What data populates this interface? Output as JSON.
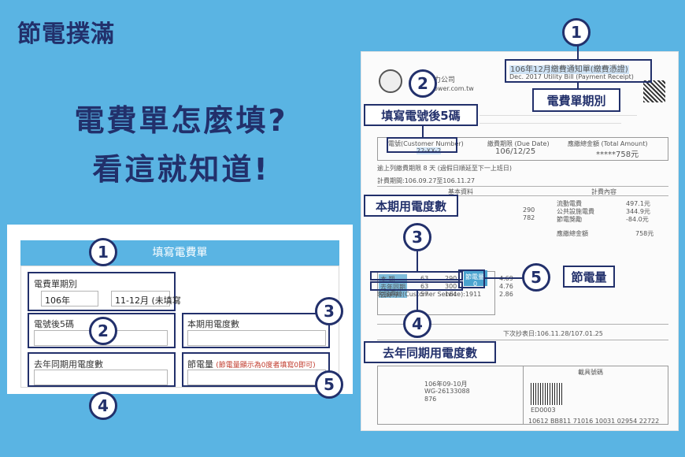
{
  "logo": {
    "text": "節電撲滿"
  },
  "headline": {
    "line1": "電費單怎麼填?",
    "line2": "看這就知道!"
  },
  "form": {
    "title": "填寫電費單",
    "period_label": "電費單期別",
    "year_value": "106年",
    "month_value": "11-12月 (未填寫",
    "meter_label": "電號後5碼",
    "current_usage_label": "本期用電度數",
    "last_year_label": "去年同期用電度數",
    "saved_label": "節電量",
    "saved_note": "(節電量顯示為0度者填寫0即可)"
  },
  "badges": {
    "one": "1",
    "two": "2",
    "three": "3",
    "four": "4",
    "five": "5"
  },
  "callouts": {
    "period": "電費單期別",
    "meter": "填寫電號後5碼",
    "current_usage": "本期用電度數",
    "saved": "節電量",
    "last_year": "去年同期用電度數"
  },
  "bill": {
    "company": "力公司",
    "website": "ower.com.tw",
    "period_text": "106年12月繳費通知單(繳費憑證)",
    "period_en": "Dec. 2017 Utility Bill (Payment Receipt)",
    "meter_header": "電號(Customer Number)",
    "meter_value": "22-XX-2",
    "due_header": "繳費期限 (Due Date)",
    "due_value": "106/12/25",
    "total_header": "應繳總金額 (Total Amount)",
    "total_value": "*****758元",
    "note_line": "逾上列繳費期限 8 天 (過假日順延至下一上班日)",
    "period_range": "計費期間:106.09.27至106.11.27",
    "section_basic": "基本資料",
    "section_charge": "計費內容",
    "charge1": "流動電費",
    "charge1_val": "497.1元",
    "charge2": "公共設施電費",
    "charge2_val": "344.9元",
    "charge3": "節電獎勵",
    "charge3_val": "-84.0元",
    "payable": "應繳總金額",
    "payable_val": "758元",
    "usage1": "290",
    "usage2": "782",
    "row1": "本 期",
    "row1a": "63",
    "row1b": "290",
    "row2": "去年同期",
    "row2a": "63",
    "row2b": "300",
    "row3": "去年平",
    "row3a": "57",
    "row3b": "164",
    "saved_box": "節電量",
    "saved_val": "0",
    "rate1": "4.69",
    "rate2": "4.76",
    "rate3": "2.86",
    "service": "客服專線(Customer Service):1911",
    "next_meter": "下次抄表日:106.11.28/107.01.25",
    "receipt_title": "載具號碼",
    "receipt_date": "106年09-10月",
    "receipt_no": "WG-26133088",
    "receipt_amount": "876",
    "barcode_text": "ED0003",
    "footer_nums": "10612  BB811  71016  10031  02954  22722"
  },
  "colors": {
    "background": "#5ab4e3",
    "navy": "#22306b",
    "accent_red": "#c0392b"
  }
}
